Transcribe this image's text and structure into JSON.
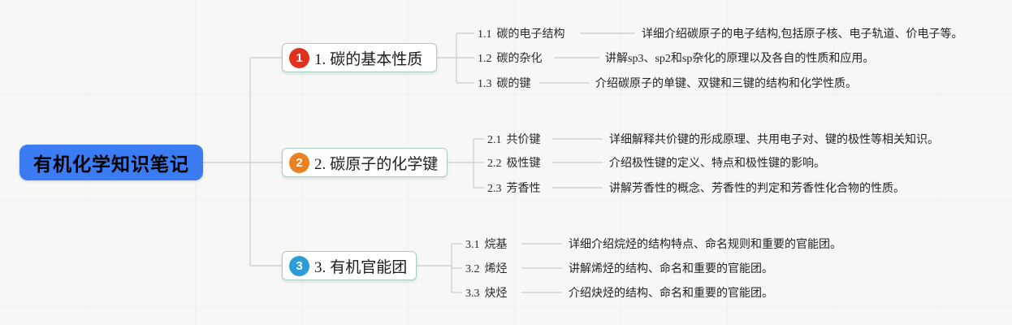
{
  "root": {
    "label": "有机化学知识笔记",
    "bg_color": "#3b7cf2"
  },
  "colors": {
    "root_bg": "#3b7cf2",
    "badge_1": "#e0301e",
    "badge_2": "#ea8221",
    "badge_3": "#2d9cd9",
    "branch_border": "#a9cfc2",
    "connector_color": "#ccd2cc",
    "canvas_bg": "#f7f8f6"
  },
  "branches": [
    {
      "badge": "1",
      "code": "1.",
      "title": "碳的基本性质",
      "children": [
        {
          "code": "1.1",
          "label": "碳的电子结构",
          "desc": "详细介绍碳原子的电子结构,包括原子核、电子轨道、价电子等。"
        },
        {
          "code": "1.2",
          "label": "碳的杂化",
          "desc": "讲解sp3、sp2和sp杂化的原理以及各自的性质和应用。"
        },
        {
          "code": "1.3",
          "label": "碳的键",
          "desc": "介绍碳原子的单键、双键和三键的结构和化学性质。"
        }
      ]
    },
    {
      "badge": "2",
      "code": "2.",
      "title": "碳原子的化学键",
      "children": [
        {
          "code": "2.1",
          "label": "共价键",
          "desc": "详细解释共价键的形成原理、共用电子对、键的极性等相关知识。"
        },
        {
          "code": "2.2",
          "label": "极性键",
          "desc": "介绍极性键的定义、特点和极性键的影响。"
        },
        {
          "code": "2.3",
          "label": "芳香性",
          "desc": "讲解芳香性的概念、芳香性的判定和芳香性化合物的性质。"
        }
      ]
    },
    {
      "badge": "3",
      "code": "3.",
      "title": "有机官能团",
      "children": [
        {
          "code": "3.1",
          "label": "烷基",
          "desc": "详细介绍烷烃的结构特点、命名规则和重要的官能团。"
        },
        {
          "code": "3.2",
          "label": "烯烃",
          "desc": "讲解烯烃的结构、命名和重要的官能团。"
        },
        {
          "code": "3.3",
          "label": "炔烃",
          "desc": "介绍炔烃的结构、命名和重要的官能团。"
        }
      ]
    }
  ]
}
